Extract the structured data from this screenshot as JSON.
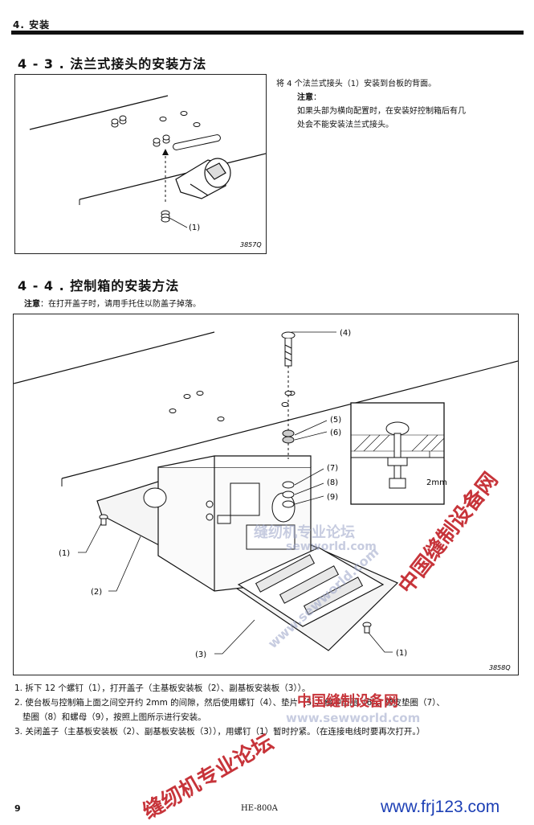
{
  "header": {
    "section": "4. 安装"
  },
  "section1": {
    "title": "4 - 3 . 法兰式接头的安装方法",
    "figure_code": "3857Q",
    "callout": "(1)",
    "intro": "将 4 个法兰式接头（1）安装到台板的背面。",
    "note_label": "注意",
    "note_colon": "：",
    "note_line1": "如果头部为横向配置时，在安装好控制箱后有几",
    "note_line2": "处会不能安装法兰式接头。"
  },
  "section2": {
    "title": "4 - 4 . 控制箱的安装方法",
    "note_label": "注意",
    "note_text": "：在打开盖子时，请用手托住以防盖子掉落。",
    "figure_code": "3858Q",
    "callouts": {
      "c1a": "(1)",
      "c1b": "(1)",
      "c2": "(2)",
      "c3": "(3)",
      "c4": "(4)",
      "c5": "(5)",
      "c6": "(6)",
      "c7": "(7)",
      "c8": "(8)",
      "c9": "(9)"
    },
    "gap_label": "2mm"
  },
  "steps": [
    "1. 拆下 12 个螺钉（1），打开盖子（主基板安装板（2）、副基板安装板（3））。",
    "2. 使台板与控制箱上面之间空开约 2mm 的间隙，然后使用螺钉（4）、垫片（5）、缓冲垫圈（6）、橡皮垫圈（7）、",
    "   垫圈（8）和螺母（9），按照上图所示进行安装。",
    "3. 关闭盖子（主基板安装板（2）、副基板安装板（3）），用螺钉（1）暂时拧紧。（在连接电线时要再次打开。）"
  ],
  "footer": {
    "page": "9",
    "model": "HE-800A",
    "url": "www.frj123.com"
  },
  "watermarks": {
    "forum1": "缝纫机专业论坛",
    "forum_url1": "sewworld.com",
    "diag_url": "www.sewworld.com",
    "diag_cn": "中国缝制设备网",
    "forum2": "缝纫机专业论坛",
    "center_cn": "中国缝制设备网",
    "center_url": "www.sewworld.com"
  }
}
